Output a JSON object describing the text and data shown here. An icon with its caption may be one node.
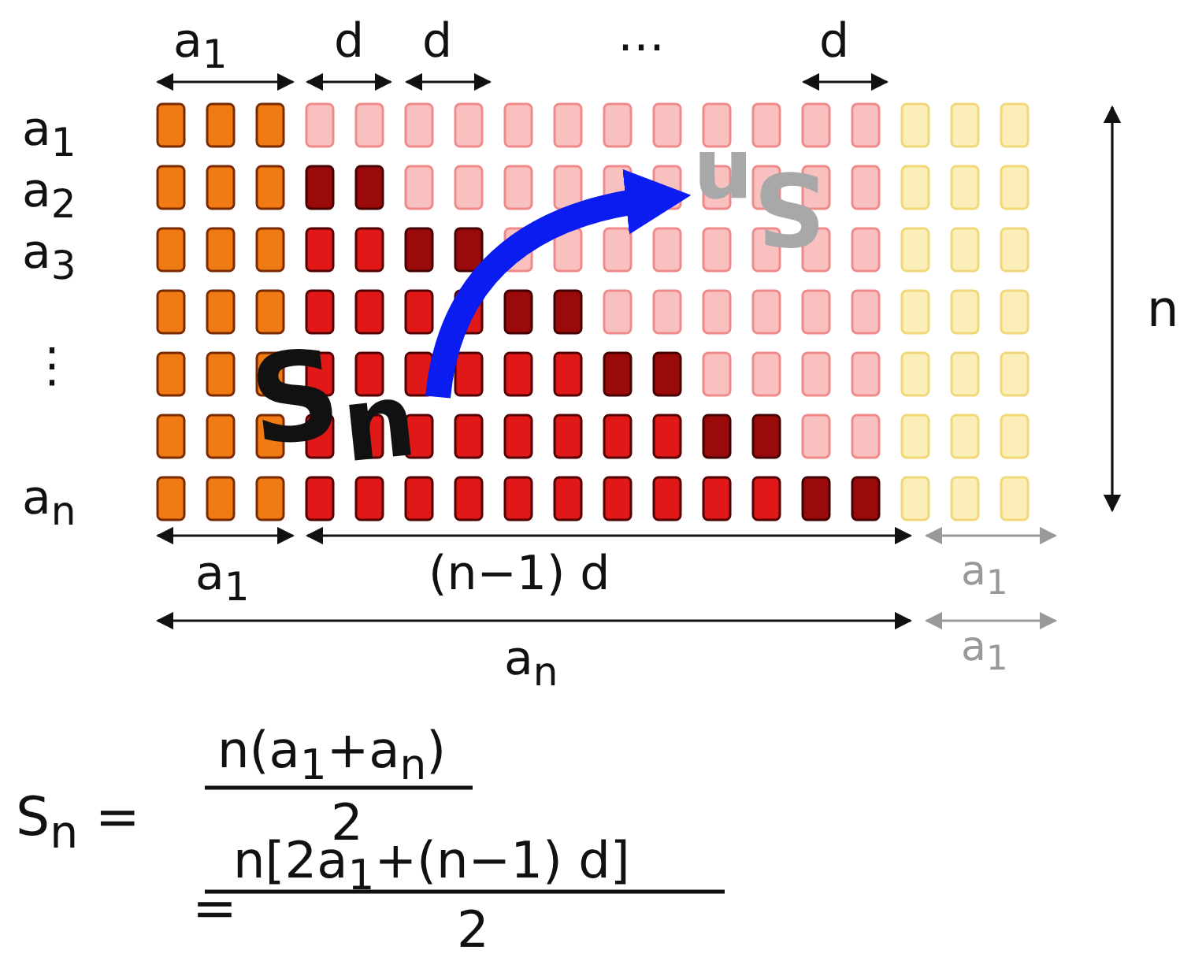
{
  "diagram": {
    "labels": [
      "a$_{1}$",
      "d",
      "d",
      "…",
      "d",
      "a$_{1}$",
      "a$_{2}$",
      "S$_{n}$",
      "a$_{3}$",
      "⋮",
      "n",
      "S$_{n}$",
      "a$_{n}$",
      "a$_{1}$",
      "(n−1) d",
      "a$_{1}$",
      "a$_{n}$",
      "a$_{1}$",
      "S$_{n}$ =",
      "n(a$_{1}$+a$_{n}$)",
      "2",
      "=",
      "n[2a$_{1}$+(n−1) d]",
      "2"
    ]
  }
}
